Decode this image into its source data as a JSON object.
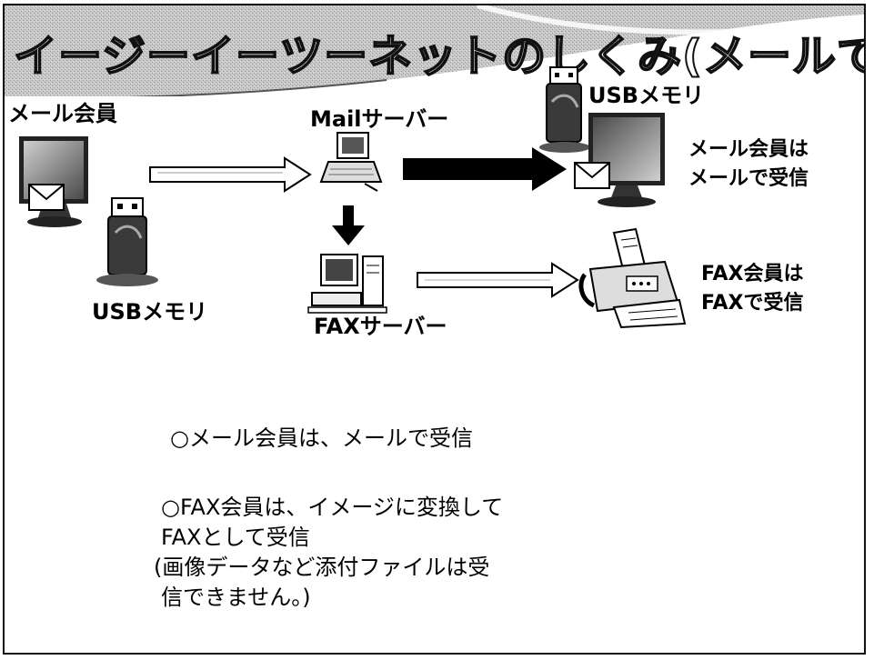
{
  "slide": {
    "title": "イージーイーツーネットのしくみ(メールで送信)",
    "nodes": {
      "mail_member": "メール会員",
      "usb_memory_left": "USBメモリ",
      "mail_server": "Mailサーバー",
      "fax_server": "FAXサーバー",
      "usb_memory_right": "USBメモリ"
    },
    "results": {
      "mail_line1": "メール会員は",
      "mail_line2": "メールで受信",
      "fax_line1": "FAX会員は",
      "fax_line2": "FAXで受信"
    },
    "notes": {
      "line1": "○メール会員は、メールで受信",
      "line2": "○FAX会員は、イメージに変換して",
      "line3": "FAXとして受信",
      "line4": "(画像データなど添付ファイルは受",
      "line5": "信できません。)"
    }
  }
}
